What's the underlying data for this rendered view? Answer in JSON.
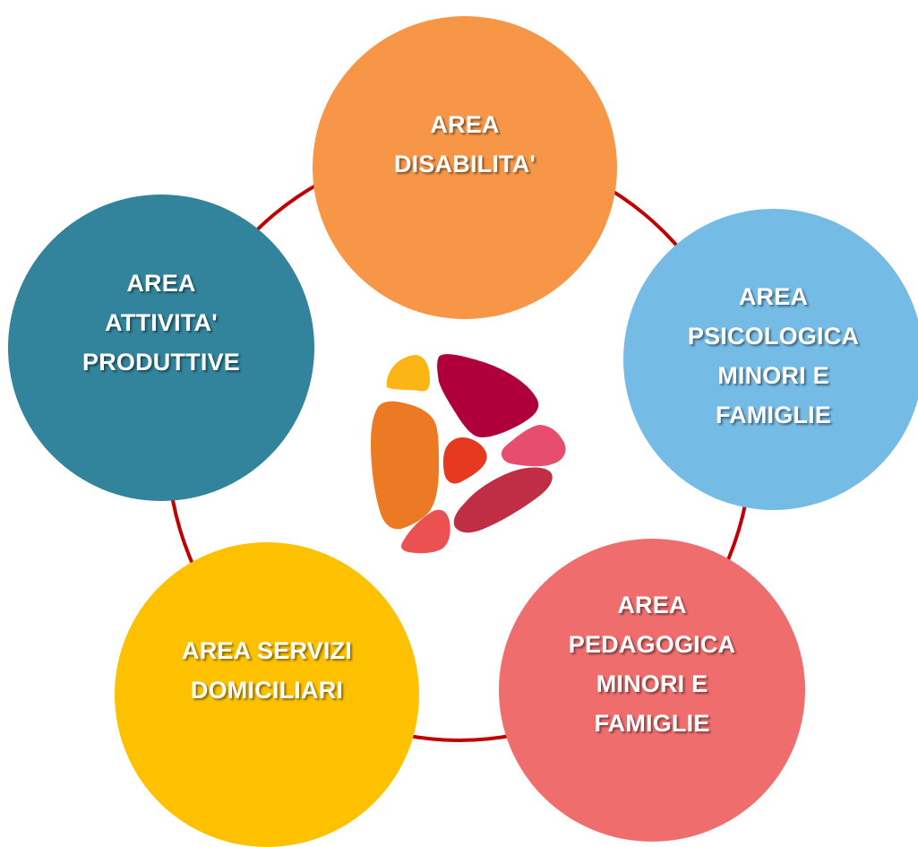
{
  "diagram": {
    "ring_color": "#c00000",
    "label_color": "#ffffff",
    "nodes": [
      {
        "id": "disabilita",
        "label": "AREA\nDISABILITA'",
        "color": "#f79646"
      },
      {
        "id": "psicologica",
        "label": "AREA\nPSICOLOGICA\nMINORI E\nFAMIGLIE",
        "color": "#74bbe6"
      },
      {
        "id": "pedagogica",
        "label": "AREA\nPEDAGOGICA\nMINORI E\nFAMIGLIE",
        "color": "#ef6d6d"
      },
      {
        "id": "servizi",
        "label": "AREA SERVIZI\nDOMICILIARI",
        "color": "#fdc100"
      },
      {
        "id": "attivita",
        "label": "AREA\nATTIVITA'\nPRODUTTIVE",
        "color": "#31849b"
      }
    ],
    "logo": {
      "icon": "mosaic-play-logo-icon",
      "colors": [
        "#fbb615",
        "#b0003b",
        "#ec7a24",
        "#e6391f",
        "#e74d6f",
        "#bf2e45",
        "#ec5152"
      ]
    }
  }
}
